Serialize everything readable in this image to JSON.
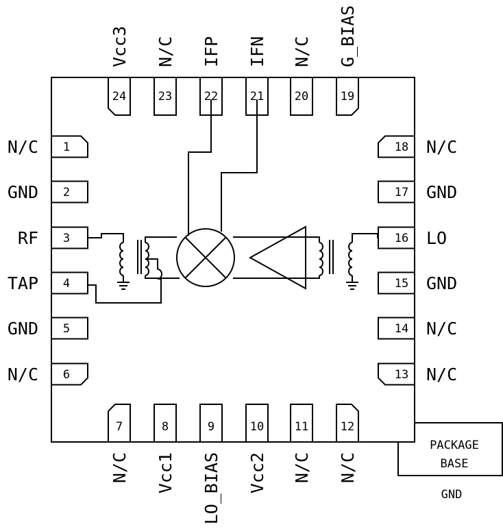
{
  "top_pins": [
    {
      "num": "24",
      "label": "Vcc3"
    },
    {
      "num": "23",
      "label": "N/C"
    },
    {
      "num": "22",
      "label": "IFP"
    },
    {
      "num": "21",
      "label": "IFN"
    },
    {
      "num": "20",
      "label": "N/C"
    },
    {
      "num": "19",
      "label": "G_BIAS"
    }
  ],
  "left_pins": [
    {
      "num": "1",
      "label": "N/C"
    },
    {
      "num": "2",
      "label": "GND"
    },
    {
      "num": "3",
      "label": "RF"
    },
    {
      "num": "4",
      "label": "TAP"
    },
    {
      "num": "5",
      "label": "GND"
    },
    {
      "num": "6",
      "label": "N/C"
    }
  ],
  "right_pins": [
    {
      "num": "18",
      "label": "N/C"
    },
    {
      "num": "17",
      "label": "GND"
    },
    {
      "num": "16",
      "label": "LO"
    },
    {
      "num": "15",
      "label": "GND"
    },
    {
      "num": "14",
      "label": "N/C"
    },
    {
      "num": "13",
      "label": "N/C"
    }
  ],
  "bottom_pins": [
    {
      "num": "7",
      "label": "N/C"
    },
    {
      "num": "8",
      "label": "Vcc1"
    },
    {
      "num": "9",
      "label": "LO_BIAS"
    },
    {
      "num": "10",
      "label": "Vcc2"
    },
    {
      "num": "11",
      "label": "N/C"
    },
    {
      "num": "12",
      "label": "N/C"
    }
  ],
  "package_base": {
    "line1": "PACKAGE",
    "line2": "BASE",
    "gnd_label": "GND"
  }
}
